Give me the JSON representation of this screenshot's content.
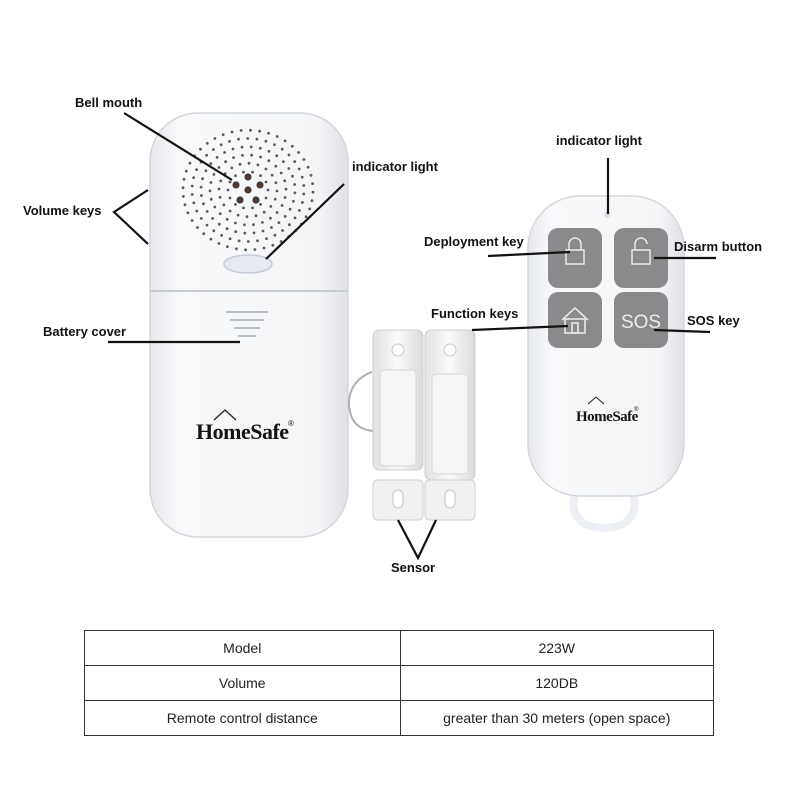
{
  "callouts": {
    "bell_mouth": "Bell mouth",
    "volume_keys": "Volume keys",
    "indicator_light_main": "indicator light",
    "battery_cover": "Battery cover",
    "indicator_light_remote": "indicator light",
    "deployment_key": "Deployment key",
    "disarm_button": "Disarm button",
    "function_keys": "Function keys",
    "sos_key": "SOS key",
    "sensor": "Sensor"
  },
  "brand": {
    "name": "HomeSafe",
    "trademark": "®"
  },
  "remote_keys": {
    "sos_label": "SOS"
  },
  "colors": {
    "device_body": "#f3f4f6",
    "key_gray": "#8a8a8c",
    "text": "#111111"
  },
  "specs": [
    {
      "key": "Model",
      "value": "223W"
    },
    {
      "key": "Volume",
      "value": "120DB"
    },
    {
      "key": "Remote control distance",
      "value": "greater than 30 meters (open space)"
    }
  ]
}
